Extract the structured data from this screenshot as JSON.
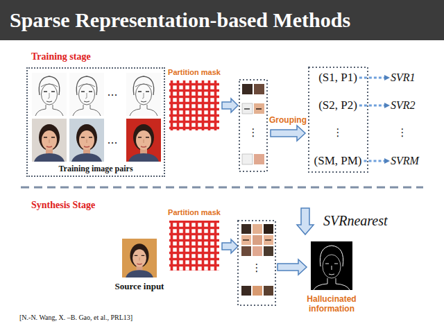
{
  "diagram": {
    "title": "Sparse Representation-based Methods",
    "nodes": [
      {
        "text": [
          "Training image pairs"
        ]
      },
      {
        "text": [
          "Partition mask"
        ]
      },
      {
        "text": [
          "(S1, P1)"
        ]
      },
      {
        "text": [
          "(S2, P2)"
        ]
      },
      {
        "text": [
          "(SM, PM)"
        ]
      },
      {
        "text": [
          "SVR1"
        ]
      },
      {
        "text": [
          "SVR2"
        ]
      },
      {
        "text": [
          "SVRM"
        ]
      },
      {
        "text": [
          "SVRnearest"
        ]
      },
      {
        "text": [
          "Partition mask"
        ]
      },
      {
        "text": [
          "Source input"
        ]
      },
      {
        "text": [
          "Hallucinated information"
        ]
      }
    ],
    "edges": [
      {
        "from": 2,
        "to": 5,
        "arrow": "to"
      },
      {
        "from": 3,
        "to": 6,
        "arrow": "to"
      },
      {
        "from": 4,
        "to": 7,
        "arrow": "to"
      }
    ],
    "labels": [
      "Training stage",
      "…",
      "…",
      "⋮",
      "Grouping",
      "⋮",
      "⋮",
      "Synthesis Stage",
      "⋮",
      "[N.-N. Wang, X. –B. Gao, et al., PRL13]"
    ]
  }
}
